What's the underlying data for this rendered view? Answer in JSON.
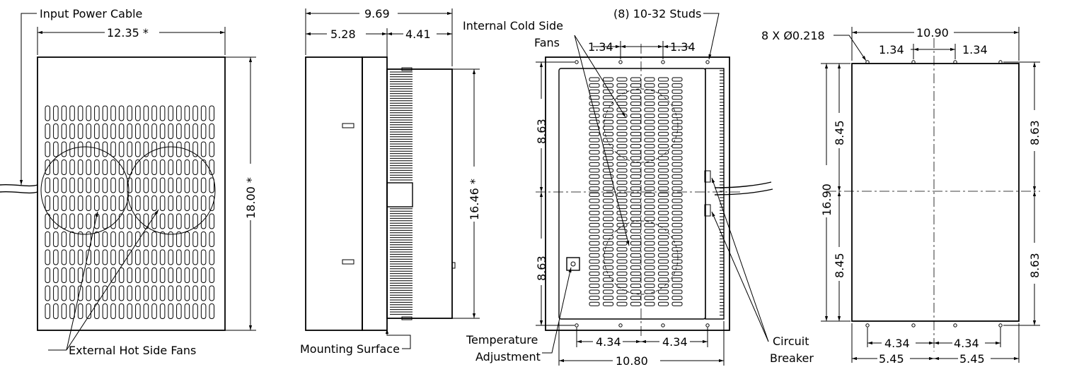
{
  "labels": {
    "input_power_cable": "Input Power Cable",
    "external_hot_side_fans": "External Hot Side Fans",
    "mounting_surface": "Mounting Surface",
    "internal_cold_side_fans_line1": "Internal Cold Side",
    "internal_cold_side_fans_line2": "Fans",
    "studs": "(8) 10-32 Studs",
    "temperature_adjustment_line1": "Temperature",
    "temperature_adjustment_line2": "Adjustment",
    "circuit_breaker_line1": "Circuit",
    "circuit_breaker_line2": "Breaker",
    "hole_callout": "8 X Ø0.218"
  },
  "dimensions": {
    "front_width": "12.35 *",
    "front_height": "18.00 *",
    "side_overall_depth": "9.69",
    "side_front_depth": "5.28",
    "side_rear_depth": "4.41",
    "side_height": "16.46 *",
    "rear_stud_spacing_left": "1.34",
    "rear_stud_spacing_right": "1.34",
    "rear_upper_half": "8.63",
    "rear_lower_half": "8.63",
    "rear_bottom_left": "4.34",
    "rear_bottom_right": "4.34",
    "rear_width": "10.80",
    "cutout_width": "10.90",
    "cutout_hole_left": "1.34",
    "cutout_hole_right": "1.34",
    "cutout_height": "16.90",
    "cutout_upper_inner": "8.45",
    "cutout_lower_inner": "8.45",
    "cutout_upper_outer": "8.63",
    "cutout_lower_outer": "8.63",
    "cutout_bottom_inner_left": "4.34",
    "cutout_bottom_inner_right": "4.34",
    "cutout_bottom_outer_left": "5.45",
    "cutout_bottom_outer_right": "5.45"
  }
}
